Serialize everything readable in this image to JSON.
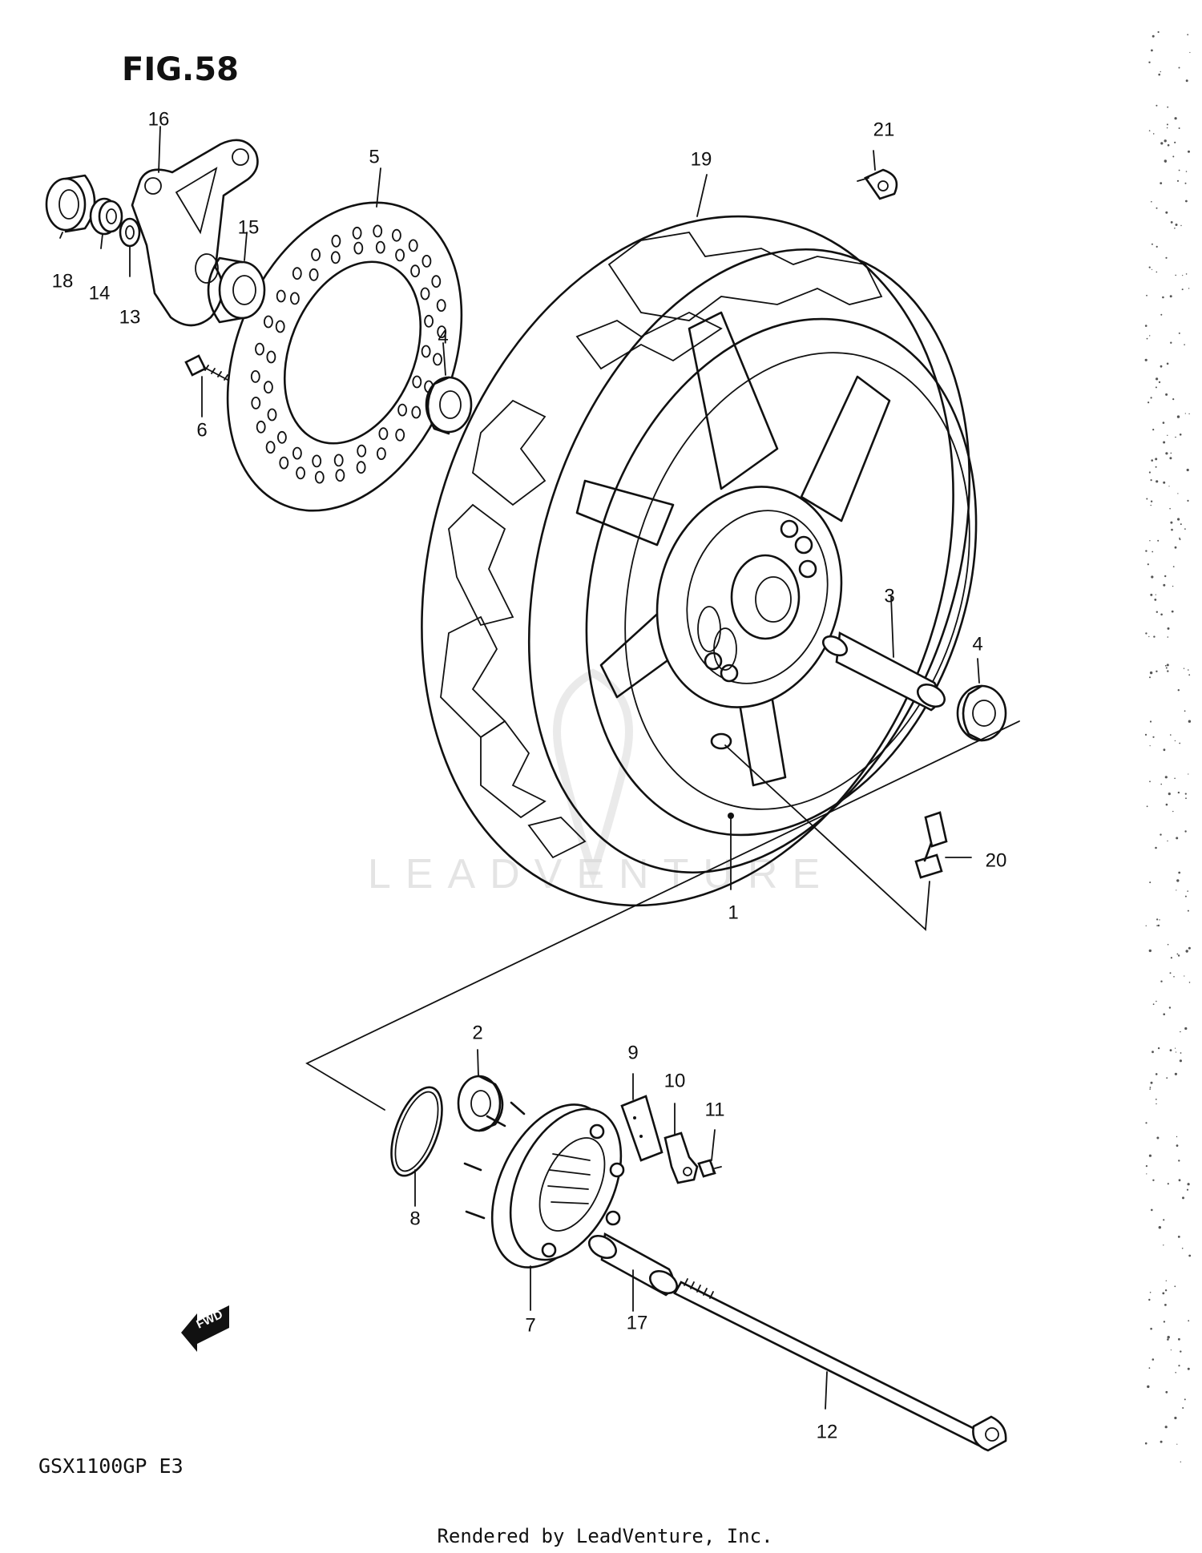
{
  "figure": {
    "title": "FIG.58",
    "model": "GSX1100GP  E3"
  },
  "footer": {
    "rendered_by": "Rendered by LeadVenture, Inc."
  },
  "watermark": {
    "text": "LEADVENTURE"
  },
  "direction_arrow": {
    "text": "FWD"
  },
  "callouts": [
    "1",
    "2",
    "3",
    "4",
    "4",
    "5",
    "6",
    "7",
    "8",
    "9",
    "10",
    "11",
    "12",
    "13",
    "14",
    "15",
    "16",
    "17",
    "18",
    "19",
    "20",
    "21"
  ]
}
